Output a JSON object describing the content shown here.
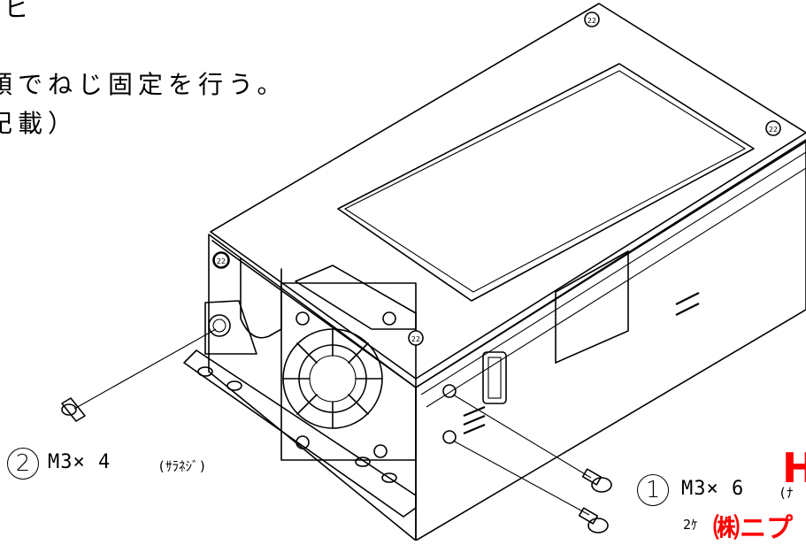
{
  "notes": {
    "line1": "ヒ",
    "line2": "順でねじ固定を行う。",
    "line3": "記載）"
  },
  "callouts": [
    {
      "number": "2",
      "spec": "M3× 4",
      "detail": "(ｻﾗﾈｼﾞ)"
    },
    {
      "number": "1",
      "spec": "M3× 6",
      "detail": "(ﾅ",
      "qty": "2ｹ"
    }
  ],
  "stamp": {
    "mark": "H",
    "company": "㈱ニプ"
  },
  "screw_label": "22",
  "colors": {
    "line": "#000000",
    "stamp": "#ff0000",
    "background": "#ffffff"
  }
}
